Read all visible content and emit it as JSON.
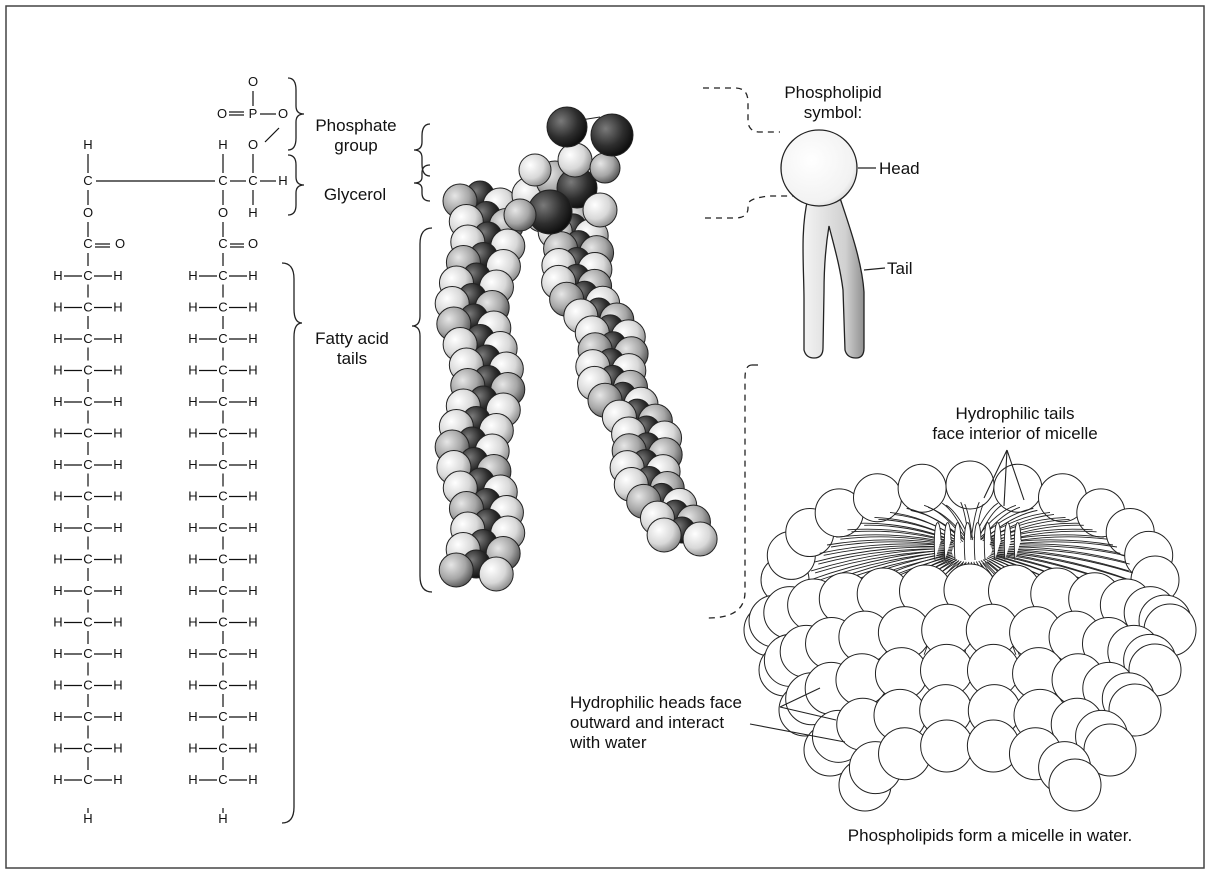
{
  "labels": {
    "phosphate_group_line1": "Phosphate",
    "phosphate_group_line2": "group",
    "glycerol": "Glycerol",
    "fatty_acid_tails_line1": "Fatty acid",
    "fatty_acid_tails_line2": "tails",
    "phospholipid_symbol_line1": "Phospholipid",
    "phospholipid_symbol_line2": "symbol:",
    "head": "Head",
    "tail": "Tail",
    "hydrophilic_tails_line1": "Hydrophilic tails",
    "hydrophilic_tails_line2": "face interior of micelle",
    "hydrophilic_heads_line1": "Hydrophilic heads face",
    "hydrophilic_heads_line2": "outward and interact",
    "hydrophilic_heads_line3": "with water",
    "caption": "Phospholipids form a micelle in water."
  },
  "colors": {
    "ink": "#111111",
    "atom_light": "#e4e4e4",
    "atom_mid": "#b4b4b4",
    "atom_dark": "#2a2a2a",
    "frame": "#444444"
  }
}
